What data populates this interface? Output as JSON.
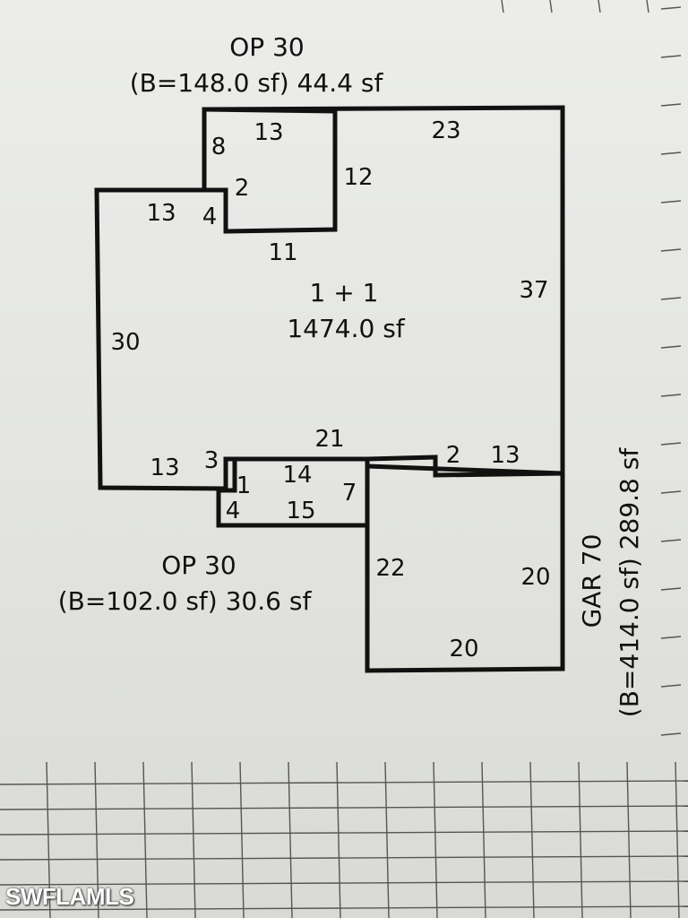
{
  "diagram": {
    "op_top": {
      "title": "OP 30",
      "area": "(B=148.0 sf) 44.4 sf"
    },
    "main": {
      "title": "1 + 1",
      "area": "1474.0 sf"
    },
    "op_bottom": {
      "title": "OP 30",
      "area": "(B=102.0 sf) 30.6 sf"
    },
    "garage": {
      "title": "GAR 70",
      "area": "(B=414.0 sf) 289.8 sf"
    },
    "dimensions": {
      "op_top_top": "13",
      "op_top_left": "8",
      "op_top_notch": "2",
      "op_top_right": "12",
      "main_top": "23",
      "main_left_top": "13",
      "main_notch_left": "4",
      "main_step": "11",
      "main_left": "30",
      "main_right": "37",
      "main_bottom": "21",
      "main_bottom_left": "13",
      "main_bottom_notch": "3",
      "main_bottom_right_notch": "2",
      "main_bottom_right": "13",
      "op_bot_top": "14",
      "op_bot_left_small": "1",
      "op_bot_left": "4",
      "op_bot_bottom": "15",
      "op_bot_right": "7",
      "gar_left": "22",
      "gar_right": "20",
      "gar_bottom": "20"
    }
  },
  "watermark": "SWFLAMLS"
}
